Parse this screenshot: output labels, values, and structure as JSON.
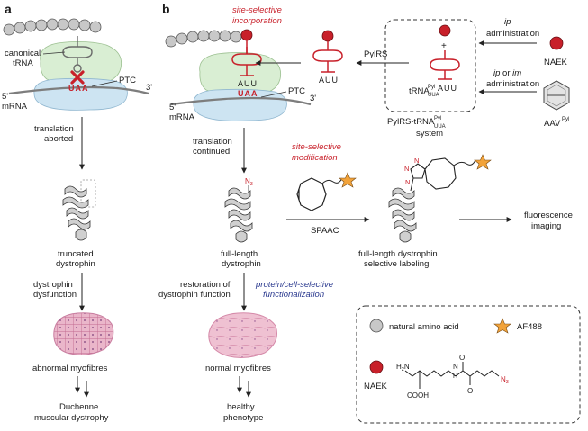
{
  "panels": {
    "a": "a",
    "b": "b"
  },
  "panel_a": {
    "canonical_trna": [
      "canonical",
      "tRNA"
    ],
    "ptc": "PTC",
    "codon": "UAA",
    "five_prime": "5'",
    "three_prime": "3'",
    "mrna": "mRNA",
    "step1": [
      "translation",
      "aborted"
    ],
    "product": [
      "truncated",
      "dystrophin"
    ],
    "step2": [
      "dystrophin",
      "dysfunction"
    ],
    "tissue": "abnormal myofibres",
    "outcome": [
      "Duchenne",
      "muscular dystrophy"
    ]
  },
  "panel_b": {
    "incorporation": [
      "site-selective",
      "incorporation"
    ],
    "anticodon": "AUU",
    "codon": "UAA",
    "ptc": "PTC",
    "five_prime": "5'",
    "three_prime": "3'",
    "mrna": "mRNA",
    "pylrs": "PylRS",
    "plus": "+",
    "trna_base": "tRNA",
    "trna_sup": "Pyl",
    "trna_sub": "UUA",
    "system_label_base": "PylRS-tRNA",
    "system_word": "system",
    "ip": "ip",
    "administration": "administration",
    "ip_or_im": [
      "ip",
      " or ",
      "im"
    ],
    "naek": "NAEK",
    "aav_base": "AAV",
    "aav_sup": "Pyl",
    "step1": [
      "translation",
      "continued"
    ],
    "modification": [
      "site-selective",
      "modification"
    ],
    "azide": "N",
    "azide_sub": "3",
    "triazole_n": "N",
    "spaac": "SPAAC",
    "fluorescence": [
      "fluorescence",
      "imaging"
    ],
    "product": [
      "full-length",
      "dystrophin"
    ],
    "labeled": [
      "full-length dystrophin",
      "selective labeling"
    ],
    "restoration": [
      "restoration of",
      "dystrophin function"
    ],
    "functionalization": [
      "protein/cell-selective",
      "functionalization"
    ],
    "tissue": "normal myofibres",
    "outcome": [
      "healthy",
      "phenotype"
    ]
  },
  "legend": {
    "amino_acid": "natural amino acid",
    "af488": "AF488",
    "naek": "NAEK",
    "h2n": "H",
    "h2n_sub": "2",
    "h2n_n": "N",
    "cooh": "COOH",
    "nh": "N",
    "h": "H",
    "o": "O",
    "n3": "N",
    "n3_sub": "3"
  },
  "colors": {
    "red": "#c8202a",
    "grey_bead": "#c8c8c8",
    "ribosome_large": "#d9eed3",
    "ribosome_small": "#cde4f2",
    "star": "#f2a33a",
    "blue_text": "#2b3a8f",
    "tissue": "#e6a9c0"
  }
}
